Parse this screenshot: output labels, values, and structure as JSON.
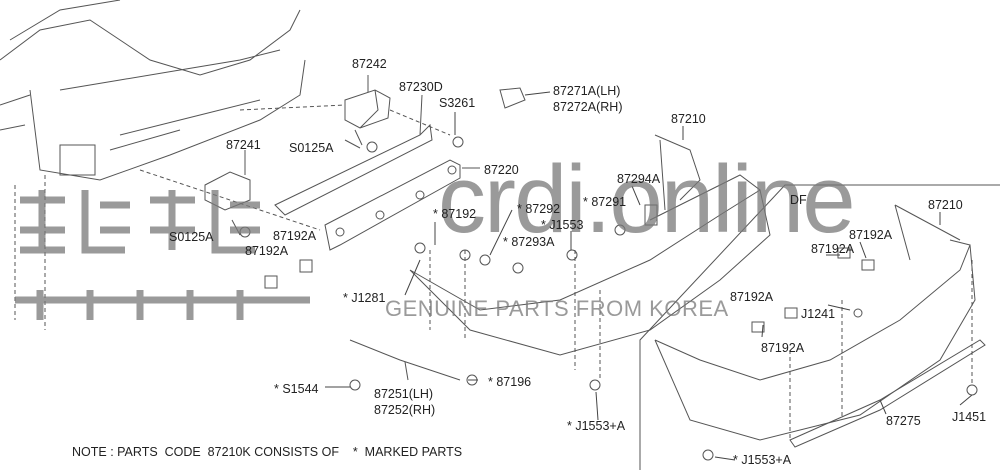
{
  "watermark": {
    "site": "crdi.online",
    "tagline": "GENUINE PARTS FROM KOREA"
  },
  "section_label": "DF",
  "labels": {
    "p87242": "87242",
    "p87230d": "87230D",
    "s3261": "S3261",
    "p87271a": "87271A(LH)",
    "p87272a": "87272A(RH)",
    "p87210": "87210",
    "p87241": "87241",
    "s0125a_top": "S0125A",
    "p87220": "87220",
    "p87294a": "87294A",
    "p87291": "* 87291",
    "p87192": "* 87192",
    "p87292": "* 87292",
    "j1553": "* J1553",
    "p87293a": "* 87293A",
    "s0125a_bottom": "S0125A",
    "p87192a_1": "87192A",
    "p87192a_2": "87192A",
    "j1281": "* J1281",
    "s1544": "* S1544",
    "p87251": "87251(LH)",
    "p87252": "87252(RH)",
    "p87196": "* 87196",
    "j1553a_left": "* J1553+A",
    "df_87210": "87210",
    "df_87192a_1": "87192A",
    "df_87192a_2": "87192A",
    "df_87192a_3": "87192A",
    "df_87192a_4": "87192A",
    "df_j1241": "J1241",
    "df_87275": "87275",
    "df_j1451": "J1451",
    "df_j1553a": "* J1553+A"
  },
  "note": "NOTE : PARTS  CODE  87210K CONSISTS OF    *  MARKED PARTS"
}
